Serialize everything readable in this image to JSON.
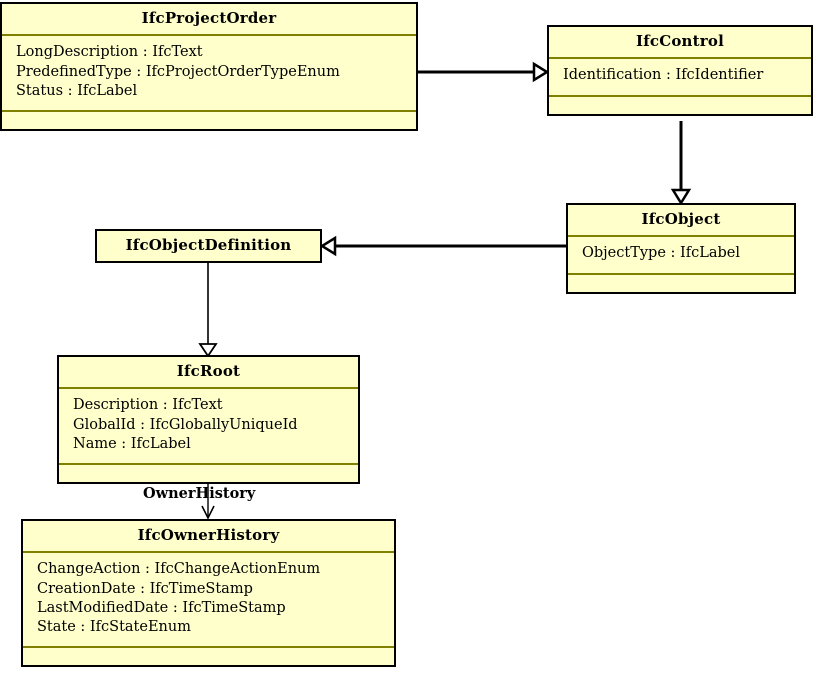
{
  "diagram": {
    "type": "uml-class-diagram",
    "background_color": "#ffffff",
    "class_fill_color": "#ffffcc",
    "class_border_color": "#000000",
    "compartment_separator_color": "#808000",
    "edge_color": "#000000",
    "classes": [
      {
        "id": "IfcProjectOrder",
        "name": "IfcProjectOrder",
        "attributes": [
          "LongDescription : IfcText",
          "PredefinedType : IfcProjectOrderTypeEnum",
          "Status : IfcLabel"
        ],
        "operations": []
      },
      {
        "id": "IfcControl",
        "name": "IfcControl",
        "attributes": [
          "Identification : IfcIdentifier"
        ],
        "operations": []
      },
      {
        "id": "IfcObject",
        "name": "IfcObject",
        "attributes": [
          "ObjectType : IfcLabel"
        ],
        "operations": []
      },
      {
        "id": "IfcObjectDefinition",
        "name": "IfcObjectDefinition",
        "attributes": [],
        "operations": []
      },
      {
        "id": "IfcRoot",
        "name": "IfcRoot",
        "attributes": [
          "Description : IfcText",
          "GlobalId : IfcGloballyUniqueId",
          "Name : IfcLabel"
        ],
        "operations": []
      },
      {
        "id": "IfcOwnerHistory",
        "name": "IfcOwnerHistory",
        "attributes": [
          "ChangeAction : IfcChangeActionEnum",
          "CreationDate : IfcTimeStamp",
          "LastModifiedDate : IfcTimeStamp",
          "State : IfcStateEnum"
        ],
        "operations": []
      }
    ],
    "edges": [
      {
        "id": "edge-projectorder-control",
        "from": "IfcProjectOrder",
        "to": "IfcControl",
        "kind": "generalization",
        "arrowhead": "hollow-triangle",
        "label": ""
      },
      {
        "id": "edge-control-object",
        "from": "IfcControl",
        "to": "IfcObject",
        "kind": "generalization",
        "arrowhead": "hollow-triangle",
        "label": ""
      },
      {
        "id": "edge-object-objectdefinition",
        "from": "IfcObject",
        "to": "IfcObjectDefinition",
        "kind": "generalization",
        "arrowhead": "hollow-triangle",
        "label": ""
      },
      {
        "id": "edge-objectdefinition-root",
        "from": "IfcObjectDefinition",
        "to": "IfcRoot",
        "kind": "generalization",
        "arrowhead": "hollow-triangle",
        "label": ""
      },
      {
        "id": "edge-root-ownerhistory",
        "from": "IfcRoot",
        "to": "IfcOwnerHistory",
        "kind": "association",
        "arrowhead": "open-arrow",
        "label": "OwnerHistory"
      }
    ]
  }
}
